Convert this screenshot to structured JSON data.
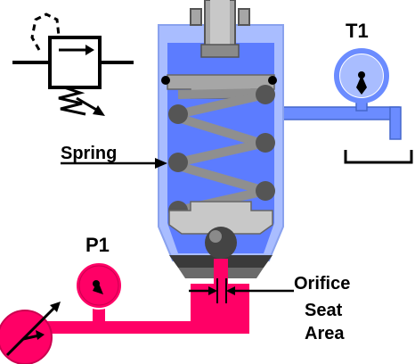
{
  "labels": {
    "t1": "T1",
    "p1": "P1",
    "spring": "Spring",
    "orifice": "Orifice",
    "seat": "Seat",
    "area": "Area"
  },
  "colors": {
    "tank_fluid": "#6b8cff",
    "tank_fluid_light": "#a9bdff",
    "pressure_fluid": "#ff0066",
    "body_gray": "#a6a6a6",
    "coil": "#555555",
    "outline": "#000000"
  }
}
